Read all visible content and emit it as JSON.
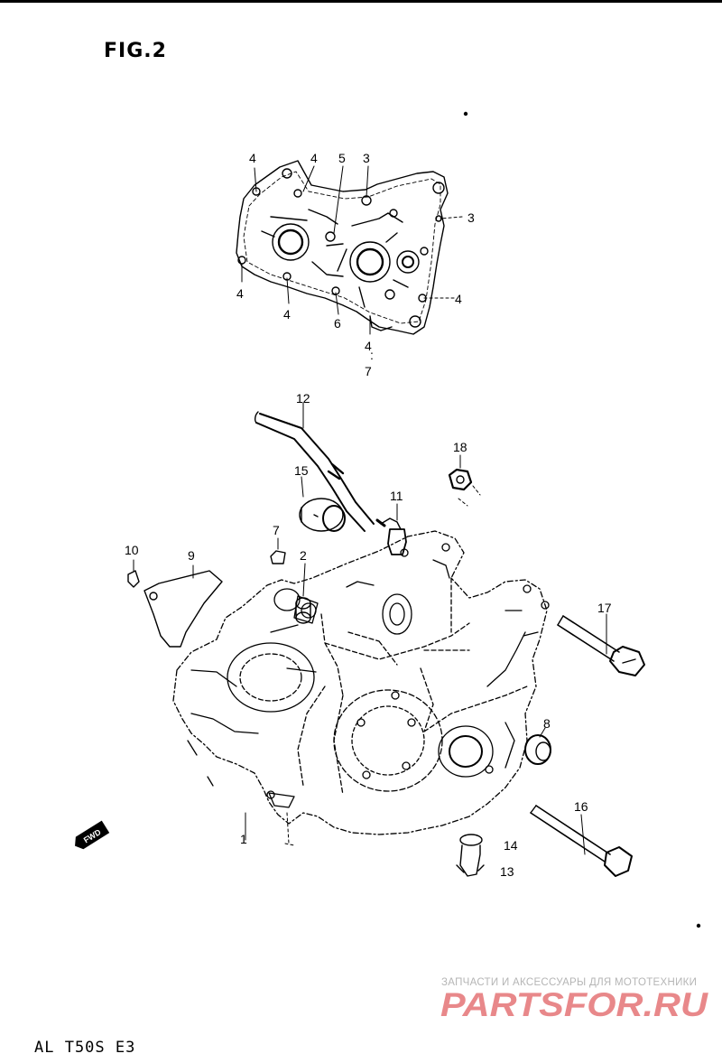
{
  "figure": {
    "title": "FIG.2",
    "code": "AL T50S E3"
  },
  "callouts": {
    "c4a": "4",
    "c4b": "4",
    "c5": "5",
    "c3a": "3",
    "c3b": "3",
    "c4c": "4",
    "c4d": "4",
    "c6": "6",
    "c4e": "4",
    "c4f": "4",
    "c7a": "7",
    "c12": "12",
    "c18": "18",
    "c15": "15",
    "c11": "11",
    "c10": "10",
    "c9": "9",
    "c7b": "7",
    "c2": "2",
    "c17": "17",
    "c8": "8",
    "c16": "16",
    "c1": "1",
    "c14": "14",
    "c13": "13"
  },
  "watermark": {
    "caption": "ЗАПЧАСТИ И АКСЕССУАРЫ ДЛЯ МОТОТЕХНИКИ",
    "logo_text": "PARTSFOR.RU",
    "logo_color": "#e8888a"
  },
  "icons": {
    "front_arrow": "fwd-arrow-icon",
    "front_arrow_text": "FWD"
  }
}
